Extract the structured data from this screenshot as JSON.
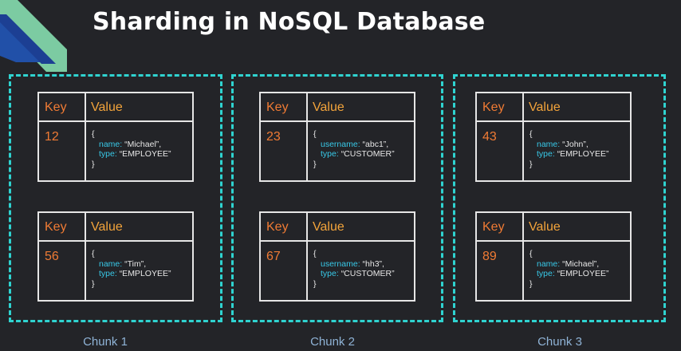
{
  "title": "Sharding in NoSQL Database",
  "colors": {
    "accent_dashed": "#2fd3d0",
    "key": "#f07b34",
    "value_header": "#f3a43b",
    "field": "#38c9e8",
    "background": "#232428"
  },
  "chunks": [
    {
      "label": "Chunk 1",
      "tables": [
        {
          "key_header": "Key",
          "value_header": "Value",
          "key": "12",
          "open": "{",
          "f1": "name:",
          "v1": "“Michael”,",
          "f2": "type:",
          "v2": "“EMPLOYEE”",
          "close": "}"
        },
        {
          "key_header": "Key",
          "value_header": "Value",
          "key": "56",
          "open": "{",
          "f1": "name:",
          "v1": "“Tim”,",
          "f2": "type:",
          "v2": "“EMPLOYEE”",
          "close": "}"
        }
      ]
    },
    {
      "label": "Chunk 2",
      "tables": [
        {
          "key_header": "Key",
          "value_header": "Value",
          "key": "23",
          "open": "{",
          "f1": "username:",
          "v1": "“abc1”,",
          "f2": "type:",
          "v2": "“CUSTOMER”",
          "close": "}"
        },
        {
          "key_header": "Key",
          "value_header": "Value",
          "key": "67",
          "open": "{",
          "f1": "username:",
          "v1": "“hh3”,",
          "f2": "type:",
          "v2": "“CUSTOMER”",
          "close": "}"
        }
      ]
    },
    {
      "label": "Chunk 3",
      "tables": [
        {
          "key_header": "Key",
          "value_header": "Value",
          "key": "43",
          "open": "{",
          "f1": "name:",
          "v1": "“John”,",
          "f2": "type:",
          "v2": "“EMPLOYEE”",
          "close": "}"
        },
        {
          "key_header": "Key",
          "value_header": "Value",
          "key": "89",
          "open": "{",
          "f1": "name:",
          "v1": "“Michael”,",
          "f2": "type:",
          "v2": "“EMPLOYEE”",
          "close": "}"
        }
      ]
    }
  ]
}
